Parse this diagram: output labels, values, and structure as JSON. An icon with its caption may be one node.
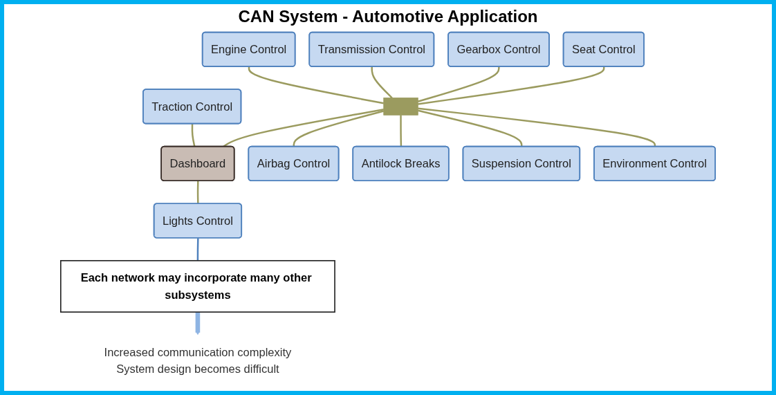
{
  "diagram": {
    "title": "CAN System - Automotive Application",
    "nodes": [
      {
        "text": [
          "Engine Control"
        ]
      },
      {
        "text": [
          "Transmission Control"
        ]
      },
      {
        "text": [
          "Traction Control"
        ]
      },
      {
        "text": [
          "Gearbox Control"
        ]
      },
      {
        "text": [
          "Seat Control"
        ]
      },
      {
        "text": [],
        "shape": "bar"
      },
      {
        "text": [
          "Dashboard"
        ]
      },
      {
        "text": [
          "Airbag Control"
        ]
      },
      {
        "text": [
          "Antilock Breaks"
        ]
      },
      {
        "text": [
          "Lights Control"
        ]
      },
      {
        "text": [
          "Suspension Control"
        ]
      },
      {
        "text": [
          "Environment Control"
        ]
      },
      {
        "text": [
          "Each network may incorporate many other subsystems"
        ]
      },
      {
        "text": [
          "Increased communication complexity",
          "System design becomes difficult"
        ]
      }
    ],
    "edges": [
      {
        "from": 0,
        "to": 5,
        "arrow": "none"
      },
      {
        "from": 1,
        "to": 5,
        "arrow": "none"
      },
      {
        "from": 2,
        "to": 6,
        "arrow": "none"
      },
      {
        "from": 3,
        "to": 5,
        "arrow": "none"
      },
      {
        "from": 4,
        "to": 5,
        "arrow": "none"
      },
      {
        "from": 5,
        "to": 6,
        "arrow": "none"
      },
      {
        "from": 5,
        "to": 7,
        "arrow": "none"
      },
      {
        "from": 5,
        "to": 8,
        "arrow": "none"
      },
      {
        "from": 6,
        "to": 9,
        "arrow": "none"
      },
      {
        "from": 5,
        "to": 10,
        "arrow": "none"
      },
      {
        "from": 5,
        "to": 11,
        "arrow": "none"
      },
      {
        "from": 9,
        "to": 12,
        "arrow": "none",
        "color": "#4f81bd"
      },
      {
        "from": 12,
        "to": 13,
        "arrow": "to",
        "style": "thick",
        "color": "#8eb4e3"
      }
    ]
  }
}
